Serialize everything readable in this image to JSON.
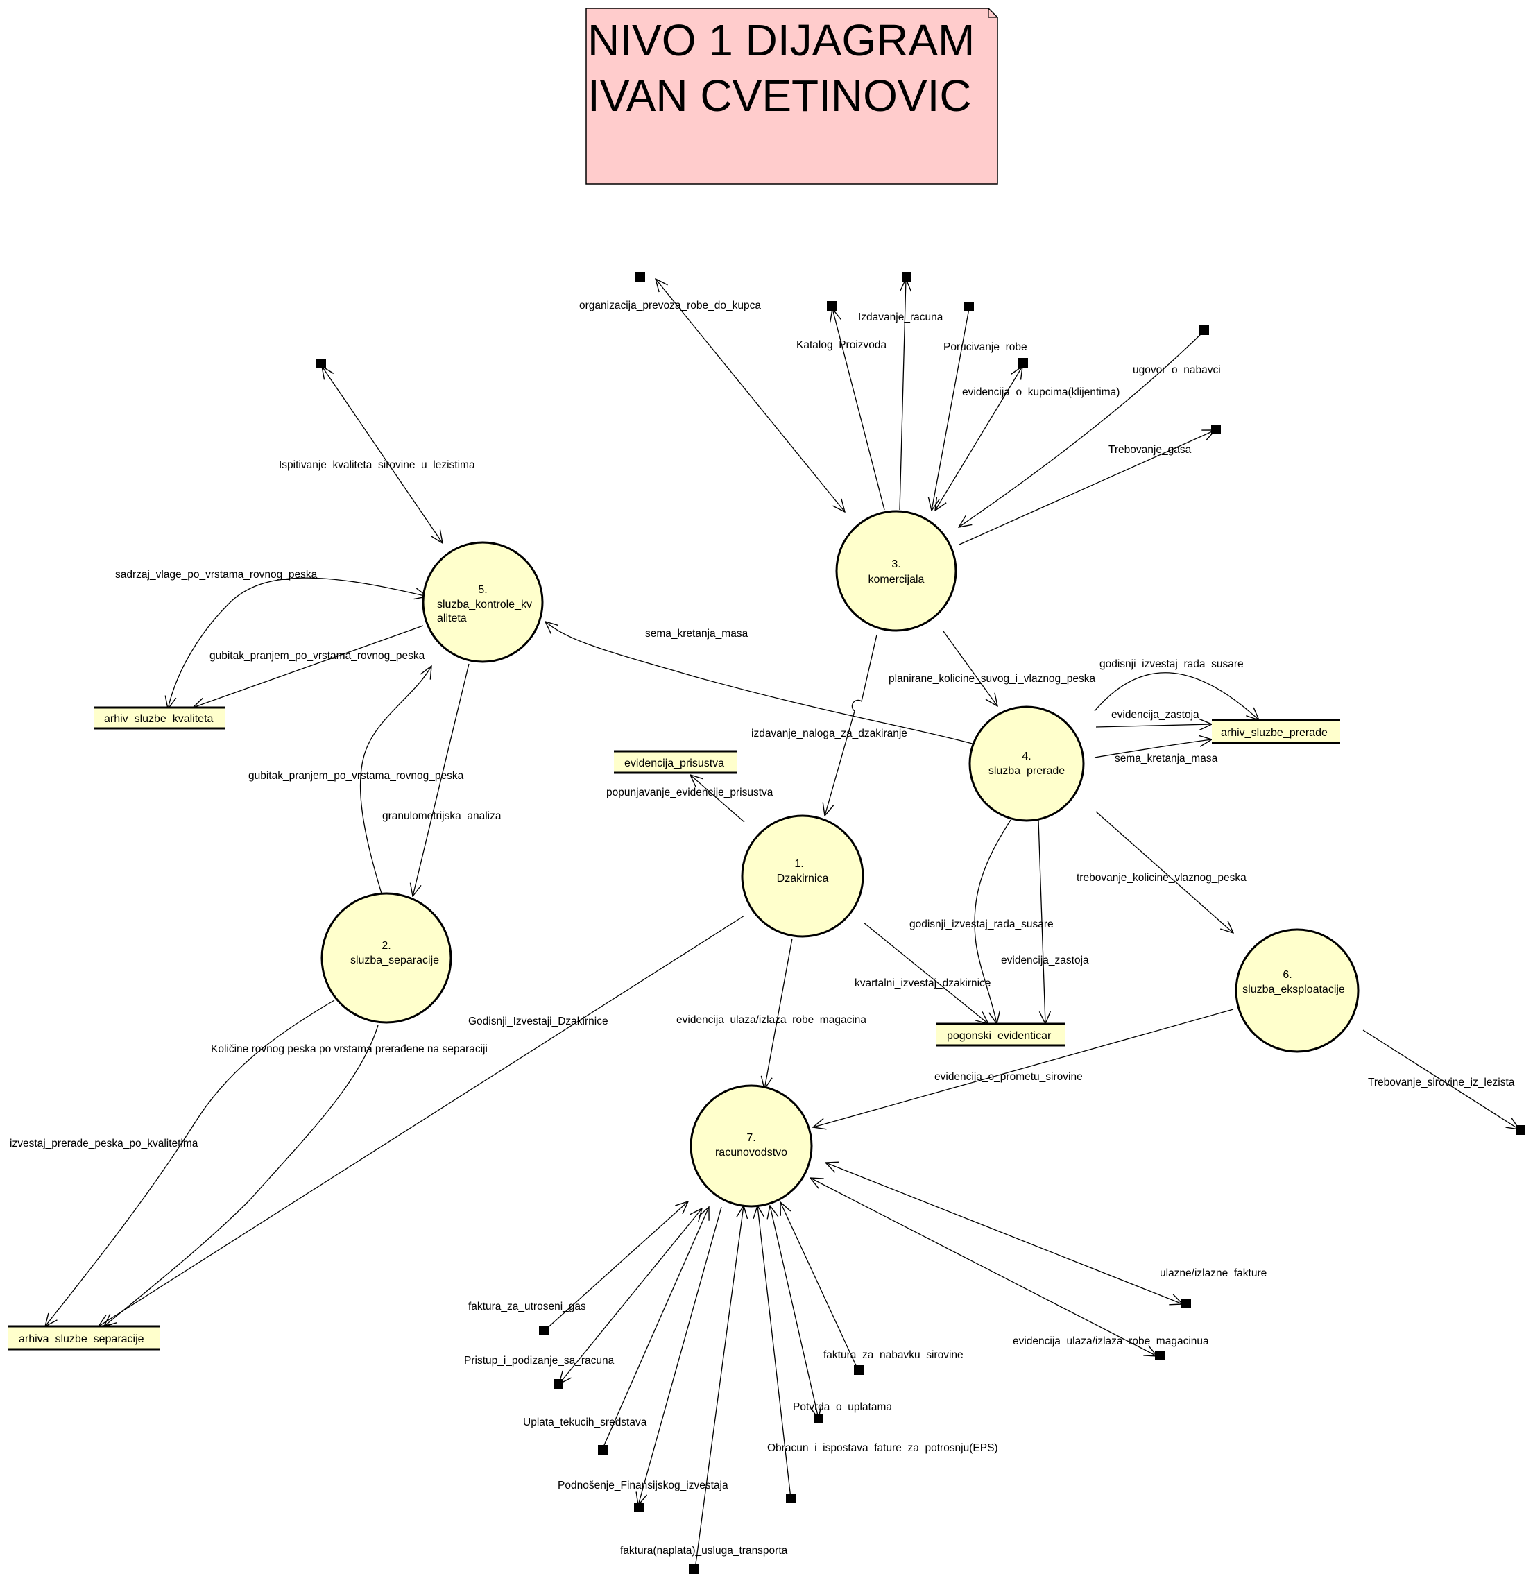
{
  "title": {
    "line1": "NIVO 1 DIJAGRAM",
    "line2": "IVAN CVETINOVIC",
    "fill_color": "#ffcccc"
  },
  "processes": {
    "p1": {
      "number": "1.",
      "name": "Dzakirnica"
    },
    "p2": {
      "number": "2.",
      "name": "sluzba_separacije"
    },
    "p3": {
      "number": "3.",
      "name": "komercijala"
    },
    "p4": {
      "number": "4.",
      "name": "sluzba_prerade"
    },
    "p5": {
      "number": "5.",
      "name_line1": "sluzba_kontrole_kv",
      "name_line2": "aliteta"
    },
    "p6": {
      "number": "6.",
      "name": "sluzba_eksploatacije"
    },
    "p7": {
      "number": "7.",
      "name": "racunovodstvo"
    },
    "fill_color": "#ffffcc"
  },
  "stores": {
    "arhiv_kvaliteta": "arhiv_sluzbe_kvaliteta",
    "evidencija_prisustva": "evidencija_prisustva",
    "arhiv_prerade": "arhiv_sluzbe_prerade",
    "pogonski": "pogonski_evidenticar",
    "arhiva_separacije": "arhiva_sluzbe_separacije"
  },
  "flows": {
    "organizacija_prevoza": "organizacija_prevoza_robe_do_kupca",
    "katalog": "Katalog_Proizvoda",
    "izdavanje_racuna": "Izdavanje_racuna",
    "porucivanje": "Porucivanje_robe",
    "evidencija_kupci": "evidencija_o_kupcima(klijentima)",
    "ugovor": "ugovor_o_nabavci",
    "trebovanje_gasa": "Trebovanje_gasa",
    "ispitivanje": "Ispitivanje_kvaliteta_sirovine_u_lezistima",
    "sadrzaj_vlage": "sadrzaj_vlage_po_vrstama_rovnog_peska",
    "gubitak1": "gubitak_pranjem_po_vrstama_rovnog_peska",
    "sema_kretanja_1": "sema_kretanja_masa",
    "planirane": "planirane_kolicine_suvog_i_vlaznog_peska",
    "godisnji_izv_susare_1": "godisnji_izvestaj_rada_susare",
    "evidencija_zastoja_1": "evidencija_zastoja",
    "sema_kretanja_2": "sema_kretanja_masa",
    "izdavanje_naloga": "izdavanje_naloga_za_dzakiranje",
    "popunjavanje": "popunjavanje_evidencije_prisustva",
    "gubitak2": "gubitak_pranjem_po_vrstama_rovnog_peska",
    "granulometrijska": "granulometrijska_analiza",
    "trebovanje_vlaznog": "trebovanje_kolicine_vlaznog_peska",
    "godisnji_izv_susare_2": "godisnji_izvestaj_rada_susare",
    "evidencija_zastoja_2": "evidencija_zastoja",
    "kvartalni": "kvartalni_izvestaj_dzakirnice",
    "godisnji_dzakirnice": "Godisnji_Izvestaji_Dzakirnice",
    "evidencija_ulaza": "evidencija_ulaza/izlaza_robe_magacina",
    "kolicine_rovnog": "Količine rovnog peska po vrstama prerađene na separaciji",
    "evidencija_promet": "evidencija_o_prometu_sirovine",
    "trebovanje_sirovine": "Trebovanje_sirovine_iz_lezista",
    "izvestaj_prerade": "izvestaj_prerade_peska_po_kvalitetima",
    "ulazne_izlazne": "ulazne/izlazne_fakture",
    "faktura_gas": "faktura_za_utroseni_gas",
    "evidencija_magacinua": "evidencija_ulaza/izlaza_robe_magacinua",
    "pristup": "Pristup_i_podizanje_sa_racuna",
    "faktura_nabavka": "faktura_za_nabavku_sirovine",
    "potvrda": "Potvrda_o_uplatama",
    "uplata": "Uplata_tekucih_sredstava",
    "obracun": "Obracun_i_ispostava_fature_za_potrosnju(EPS)",
    "podnosenje": "Podnošenje_Finansijskog_izvestaja",
    "faktura_transport": "faktura(naplata)_usluga_transporta"
  }
}
